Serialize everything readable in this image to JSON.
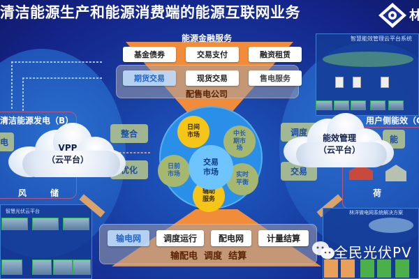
{
  "header": {
    "title": "清洁能源生产和能源消费端的能源互联网业务",
    "logo_icon": "company-logo-icon"
  },
  "finance": {
    "title": "能源金融服务",
    "items": [
      "基金债券",
      "交易支付",
      "融资租赁"
    ]
  },
  "retail": {
    "items": [
      "期货交易",
      "现货交易",
      "售电服务"
    ],
    "label": "配售电公司"
  },
  "market": {
    "center": "交易\n市场",
    "petals": [
      {
        "label": "日间\n市场",
        "color": "yellow"
      },
      {
        "label": "中长\n期市\n场",
        "color": "green"
      },
      {
        "label": "实时\n平衡",
        "color": "green"
      },
      {
        "label": "辅助\n服务",
        "color": "yellow"
      },
      {
        "label": "日前\n市场",
        "color": "green"
      }
    ]
  },
  "left_side": {
    "group_title": "清洁能源发电（B）",
    "chips": [
      "整合",
      "优化"
    ],
    "partial_chip": "电",
    "cloud": {
      "line1": "VPP",
      "line2": "（云平台）"
    },
    "captions": [
      "风",
      "储"
    ],
    "mini_panel_title": "智慧光伏云平台"
  },
  "right_side": {
    "panel_title": "智慧能效管理云平台系统",
    "group_title": "用户侧能效（C）",
    "chips": [
      "调度",
      "交易"
    ],
    "partial_chip": "能",
    "cloud": {
      "line1": "能效管理",
      "line2": "（云平台）"
    },
    "caption": "荷",
    "mini_panel_title": "林洋微电网系统解决方案"
  },
  "grid": {
    "items": [
      "输电网",
      "调度运行",
      "配电网",
      "计量结算"
    ],
    "label": "输配电  调度  结算"
  },
  "watermark": {
    "text": "全民光伏PV",
    "icon": "wechat-icon"
  },
  "colors": {
    "background": "#173a9e",
    "orange": "#f08c3a",
    "yellow": "#f5c518",
    "accent_blue": "#2a8fe8"
  }
}
